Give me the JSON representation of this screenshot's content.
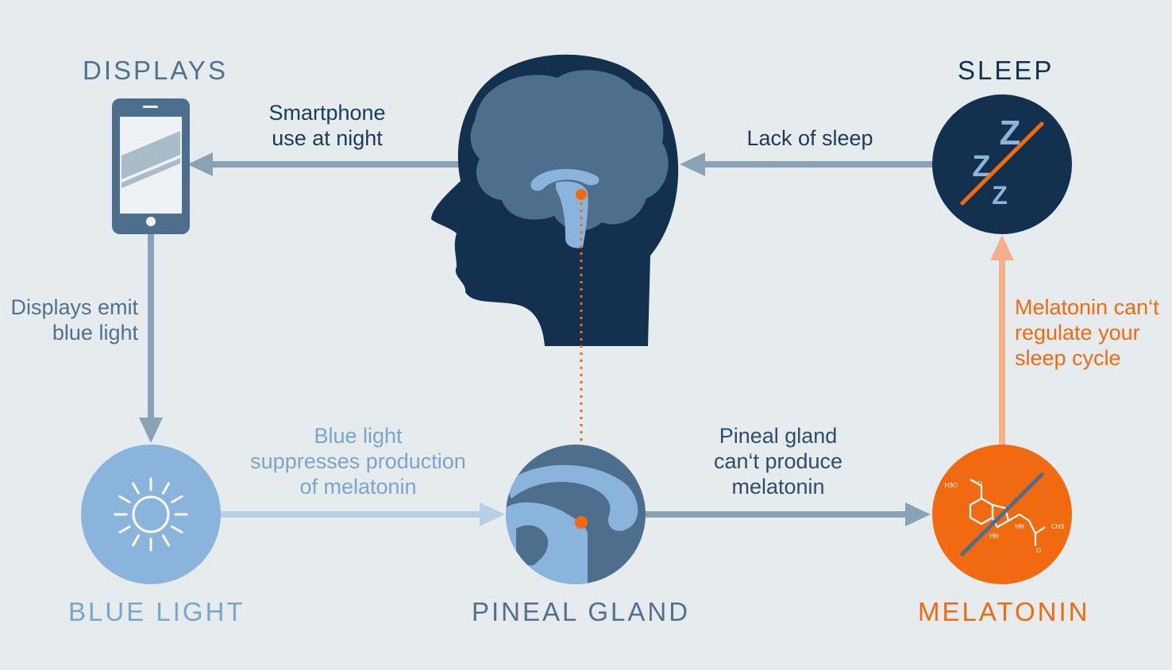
{
  "nodes": {
    "displays": {
      "title": "DISPLAYS"
    },
    "sleep": {
      "title": "SLEEP",
      "z_letters": [
        "Z",
        "Z",
        "Z"
      ]
    },
    "blue_light": {
      "title": "BLUE LIGHT"
    },
    "pineal_gland": {
      "title": "PINEAL GLAND"
    },
    "melatonin": {
      "title": "MELATONIN",
      "molecule_labels": [
        "H3O",
        "O",
        "HN",
        "HN",
        "CH3",
        "O"
      ]
    }
  },
  "edges": {
    "head_to_displays": "Smartphone\nuse at night",
    "sleep_to_head": "Lack of sleep",
    "displays_to_blue_light": "Displays emit\nblue light",
    "blue_light_to_pineal": "Blue light\nsuppresses production\nof melatonin",
    "pineal_to_melatonin": "Pineal gland\ncan‘t produce\nmelatonin",
    "melatonin_to_sleep": "Melatonin can‘t\nregulate your\nsleep cycle"
  },
  "colors": {
    "background": "#e6ebee",
    "navy": "#14304f",
    "slate": "#4d6e8d",
    "gray_blue": "#8aa2b6",
    "light_blue": "#8ab4dc",
    "pale_blue": "#b8d0e6",
    "orange": "#f26a10",
    "pale_orange": "#f4b08c",
    "title_slate": "#53708e",
    "title_light_blue": "#7ba6cc",
    "text_dark": "#1e3a5a"
  },
  "icons": {
    "head": "human-head-brain-icon",
    "phone": "smartphone-icon",
    "sun": "sun-icon",
    "zzz": "zzz-sleep-icon",
    "pineal": "pineal-gland-icon",
    "molecule": "melatonin-molecule-icon"
  }
}
